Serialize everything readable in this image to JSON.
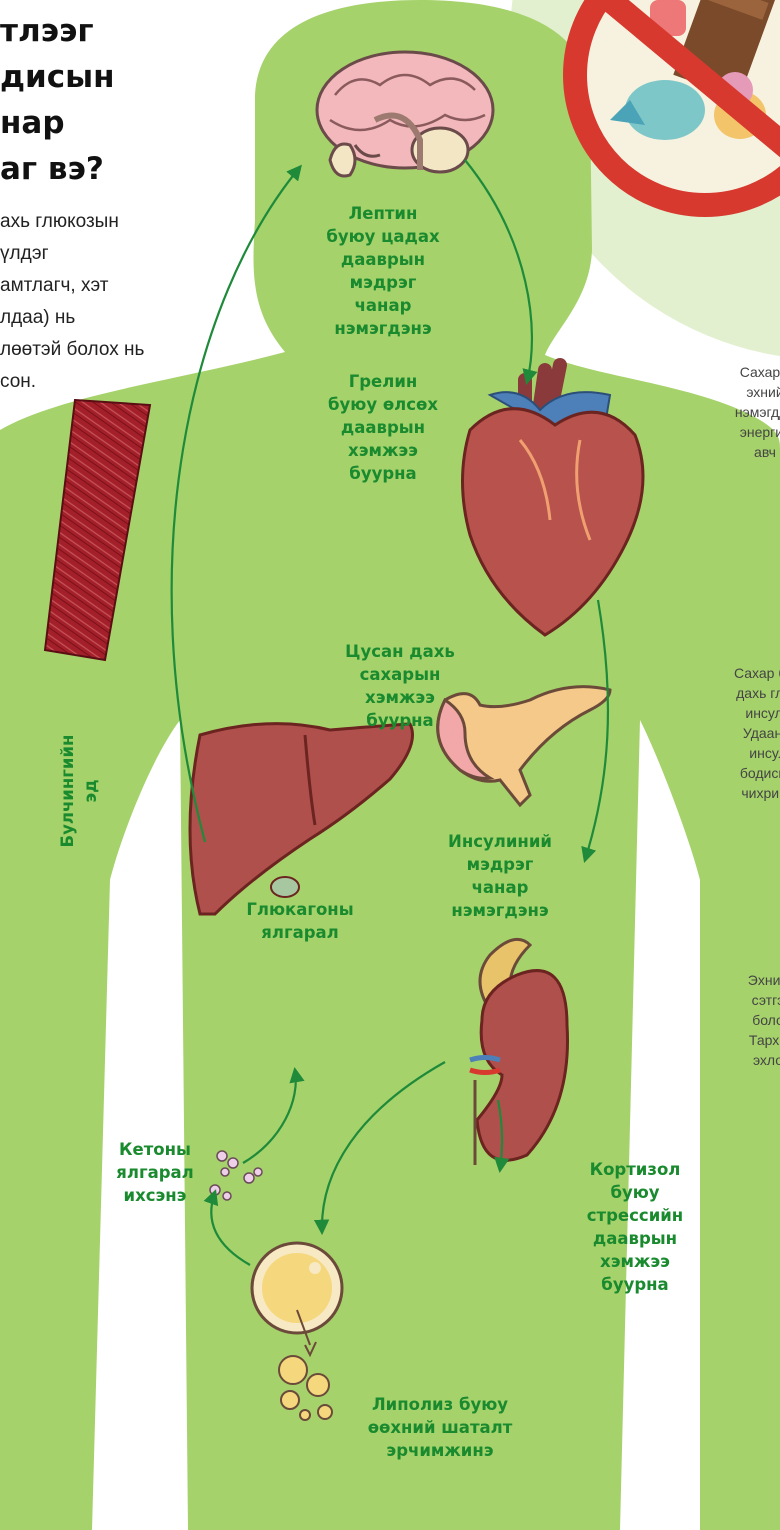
{
  "title_lines": [
    "тлээг",
    "дисын",
    "нар",
    "аг вэ?"
  ],
  "intro_lines": [
    "ахь глюкозын",
    "үлдэг",
    "амтлагч, хэт",
    "лдаа) нь",
    "лөөтэй болох нь",
    "сон."
  ],
  "labels": {
    "leptin": [
      "Лептин",
      "буюу цадах",
      "даавpын",
      "мэдрэг",
      "чанар",
      "нэмэгдэнэ"
    ],
    "ghrelin": [
      "Грелин",
      "буюу өлсөх",
      "даавpын",
      "хэмжээ",
      "буурна"
    ],
    "blood_sugar": [
      "Цусан дахь",
      "сахарын",
      "хэмжээ",
      "буурна"
    ],
    "insulin": [
      "Инсулиний",
      "мэдрэг",
      "чанар",
      "нэмэгдэнэ"
    ],
    "glucagon": [
      "Глюкагоны",
      "ялгарал"
    ],
    "ketone": [
      "Кетоны",
      "ялгарал",
      "ихсэнэ"
    ],
    "cortisol": [
      "Кортизол",
      "буюу",
      "стрессийн",
      "даавpын",
      "хэмжээ",
      "буурна"
    ],
    "lipolysis": [
      "Липолиз буюу",
      "өөхний шаталт",
      "эрчимжинэ"
    ],
    "muscle": [
      "Булчингийн",
      "эд"
    ]
  },
  "side_texts": {
    "right_top": [
      "Сахары",
      "эхний",
      "нэмэгдда",
      "энергиэ",
      "авч"
    ],
    "right_mid": [
      "Сахар бие",
      "дахь глюк",
      "инсули",
      "Удаан х",
      "инсул",
      "бодисын",
      "чихрийн"
    ],
    "right_bottom": [
      "Эхний",
      "сэтгэ",
      "боло",
      "Тархи",
      "эхло"
    ]
  },
  "colors": {
    "body": "#a6d26b",
    "circle_bg": "#e2f0cf",
    "label": "#1a8a2e",
    "arrow": "#1e8a3a",
    "no_sign": "#d7392f"
  },
  "icons": [
    "brain-icon",
    "candy-no-sign-icon",
    "heart-icon",
    "muscle-icon",
    "liver-icon",
    "pancreas-icon",
    "kidney-icon",
    "fat-cell-icon",
    "ketone-icon"
  ]
}
